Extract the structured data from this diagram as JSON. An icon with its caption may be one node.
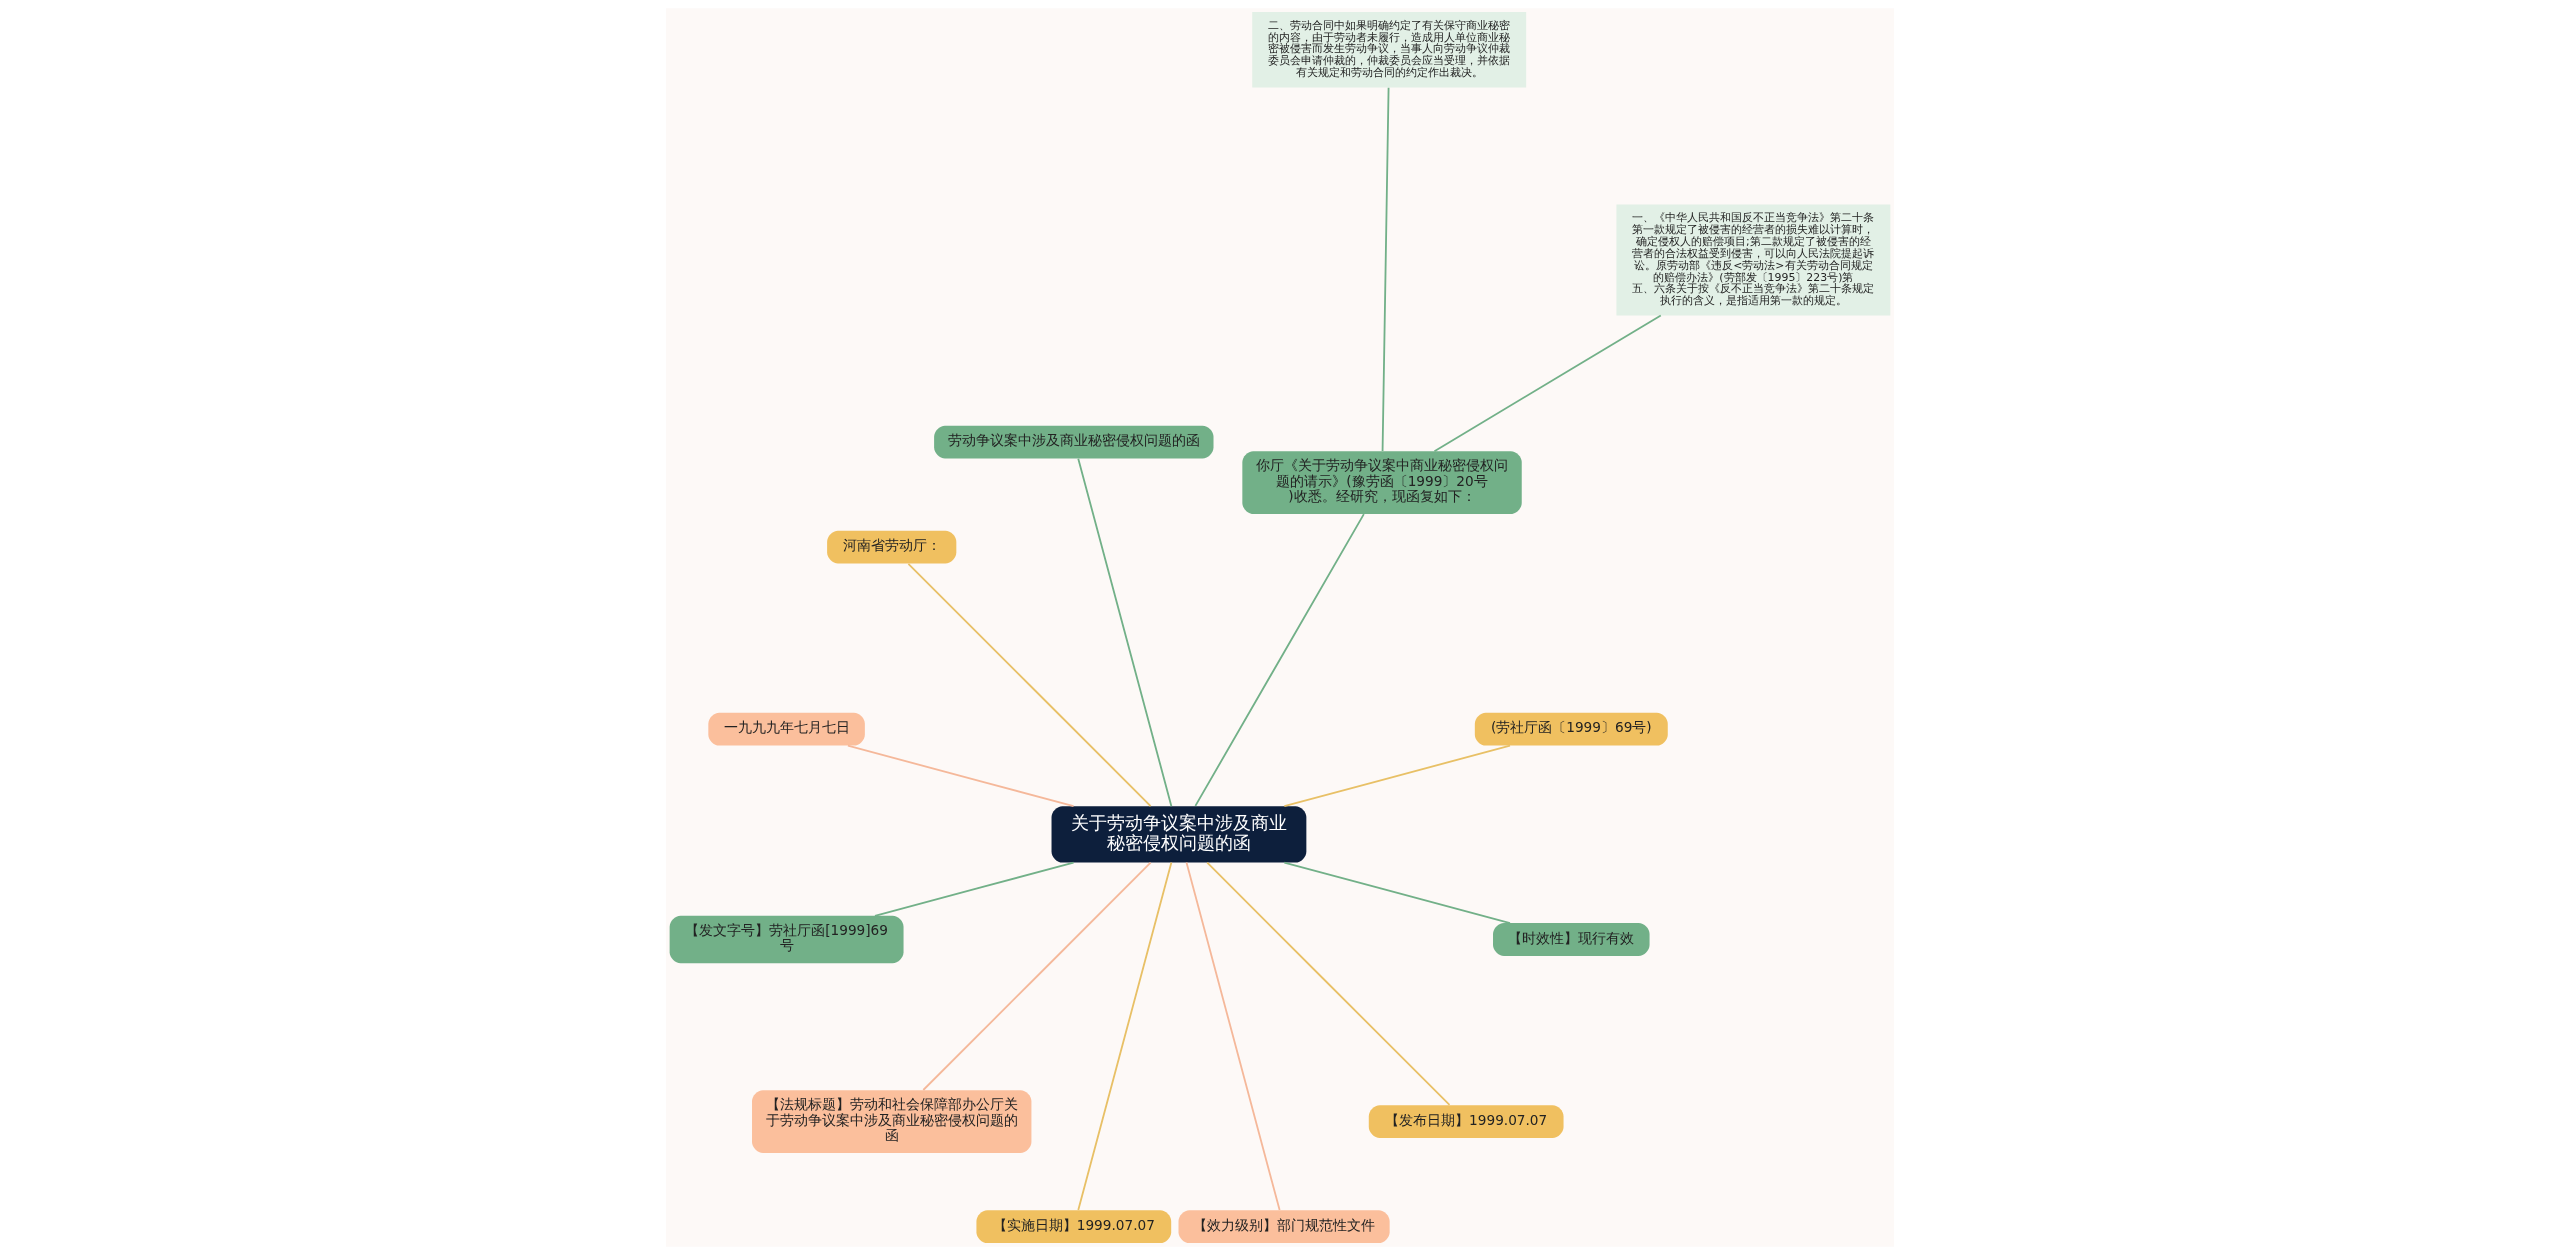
{
  "diagram": {
    "nodes": [
      {
        "text": [
          "关于劳动争议案中涉及商业秘密侵权问题的函"
        ]
      },
      {
        "text": [
          "(劳社厅函〔1999〕69号)"
        ]
      },
      {
        "text": [
          "你厅《关于劳动争议案中商业秘密侵权问题的请示》(豫劳函〔1999〕20号)收悉。经研究，现函复如下："
        ]
      },
      {
        "text": [
          "一、《中华人民共和国反不正当竞争法》第二十条第一款规定了被侵害的经营者的损失难以计算时，确定侵权人的赔偿项目;第二款规定了被侵害的经营者的合法权益受到侵害，可以向人民法院提起诉讼。原劳动部《违反<劳动法>有关劳动合同规定的赔偿办法》(劳部发〔1995〕223号)第五、六条关于按《反不正当竞争法》第二十条规定执行的含义，是指适用第一款的规定。"
        ]
      },
      {
        "text": [
          "二、劳动合同中如果明确约定了有关保守商业秘密的内容，由于劳动者未履行，造成用人单位商业秘密被侵害而发生劳动争议，当事人向劳动争议仲裁委员会申请仲裁的，仲裁委员会应当受理，并依据有关规定和劳动合同的约定作出裁决。"
        ]
      },
      {
        "text": [
          "劳动争议案中涉及商业秘密侵权问题的函"
        ]
      },
      {
        "text": [
          "河南省劳动厅："
        ]
      },
      {
        "text": [
          "一九九九年七月七日"
        ]
      },
      {
        "text": [
          "【发文字号】劳社厅函[1999]69号"
        ]
      },
      {
        "text": [
          "【法规标题】劳动和社会保障部办公厅关于劳动争议案中涉及商业秘密侵权问题的函"
        ]
      },
      {
        "text": [
          "【实施日期】1999.07.07"
        ]
      },
      {
        "text": [
          "【效力级别】部门规范性文件"
        ]
      },
      {
        "text": [
          "【发布日期】1999.07.07"
        ]
      },
      {
        "text": [
          "【时效性】现行有效"
        ]
      }
    ],
    "edges": [
      {
        "from": 0,
        "to": 1,
        "arrow": "none",
        "color": "#e8c066"
      },
      {
        "from": 0,
        "to": 2,
        "arrow": "none",
        "color": "#72b088"
      },
      {
        "from": 2,
        "to": 3,
        "arrow": "none",
        "color": "#72b088"
      },
      {
        "from": 2,
        "to": 4,
        "arrow": "none",
        "color": "#72b088"
      },
      {
        "from": 0,
        "to": 5,
        "arrow": "none",
        "color": "#72b088"
      },
      {
        "from": 0,
        "to": 6,
        "arrow": "none",
        "color": "#e8c066"
      },
      {
        "from": 0,
        "to": 7,
        "arrow": "none",
        "color": "#f5b89a"
      },
      {
        "from": 0,
        "to": 8,
        "arrow": "none",
        "color": "#72b088"
      },
      {
        "from": 0,
        "to": 9,
        "arrow": "none",
        "color": "#f5b89a"
      },
      {
        "from": 0,
        "to": 10,
        "arrow": "none",
        "color": "#e8c066"
      },
      {
        "from": 0,
        "to": 11,
        "arrow": "none",
        "color": "#f5b89a"
      },
      {
        "from": 0,
        "to": 12,
        "arrow": "none",
        "color": "#e8c066"
      },
      {
        "from": 0,
        "to": 13,
        "arrow": "none",
        "color": "#72b088"
      }
    ]
  }
}
